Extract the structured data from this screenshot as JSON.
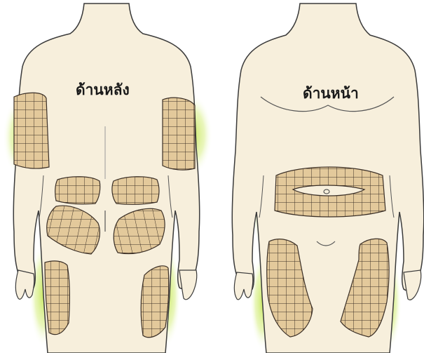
{
  "labels": {
    "back": "ด้านหลัง",
    "front": "ด้านหน้า"
  },
  "colors": {
    "background": "#ffffff",
    "skin": "#f7efdc",
    "outline": "#3a3a3a",
    "patch_fill": "#e3c99b",
    "patch_grid": "#3b2f26",
    "glow": "#c6e65a"
  },
  "figures": [
    {
      "view": "back",
      "highlighted_areas": [
        "left-upper-arm",
        "right-upper-arm",
        "left-upper-buttock",
        "right-upper-buttock",
        "left-lower-buttock",
        "right-lower-buttock",
        "left-thigh",
        "right-thigh"
      ]
    },
    {
      "view": "front",
      "highlighted_areas": [
        "abdomen",
        "left-thigh",
        "right-thigh"
      ]
    }
  ]
}
